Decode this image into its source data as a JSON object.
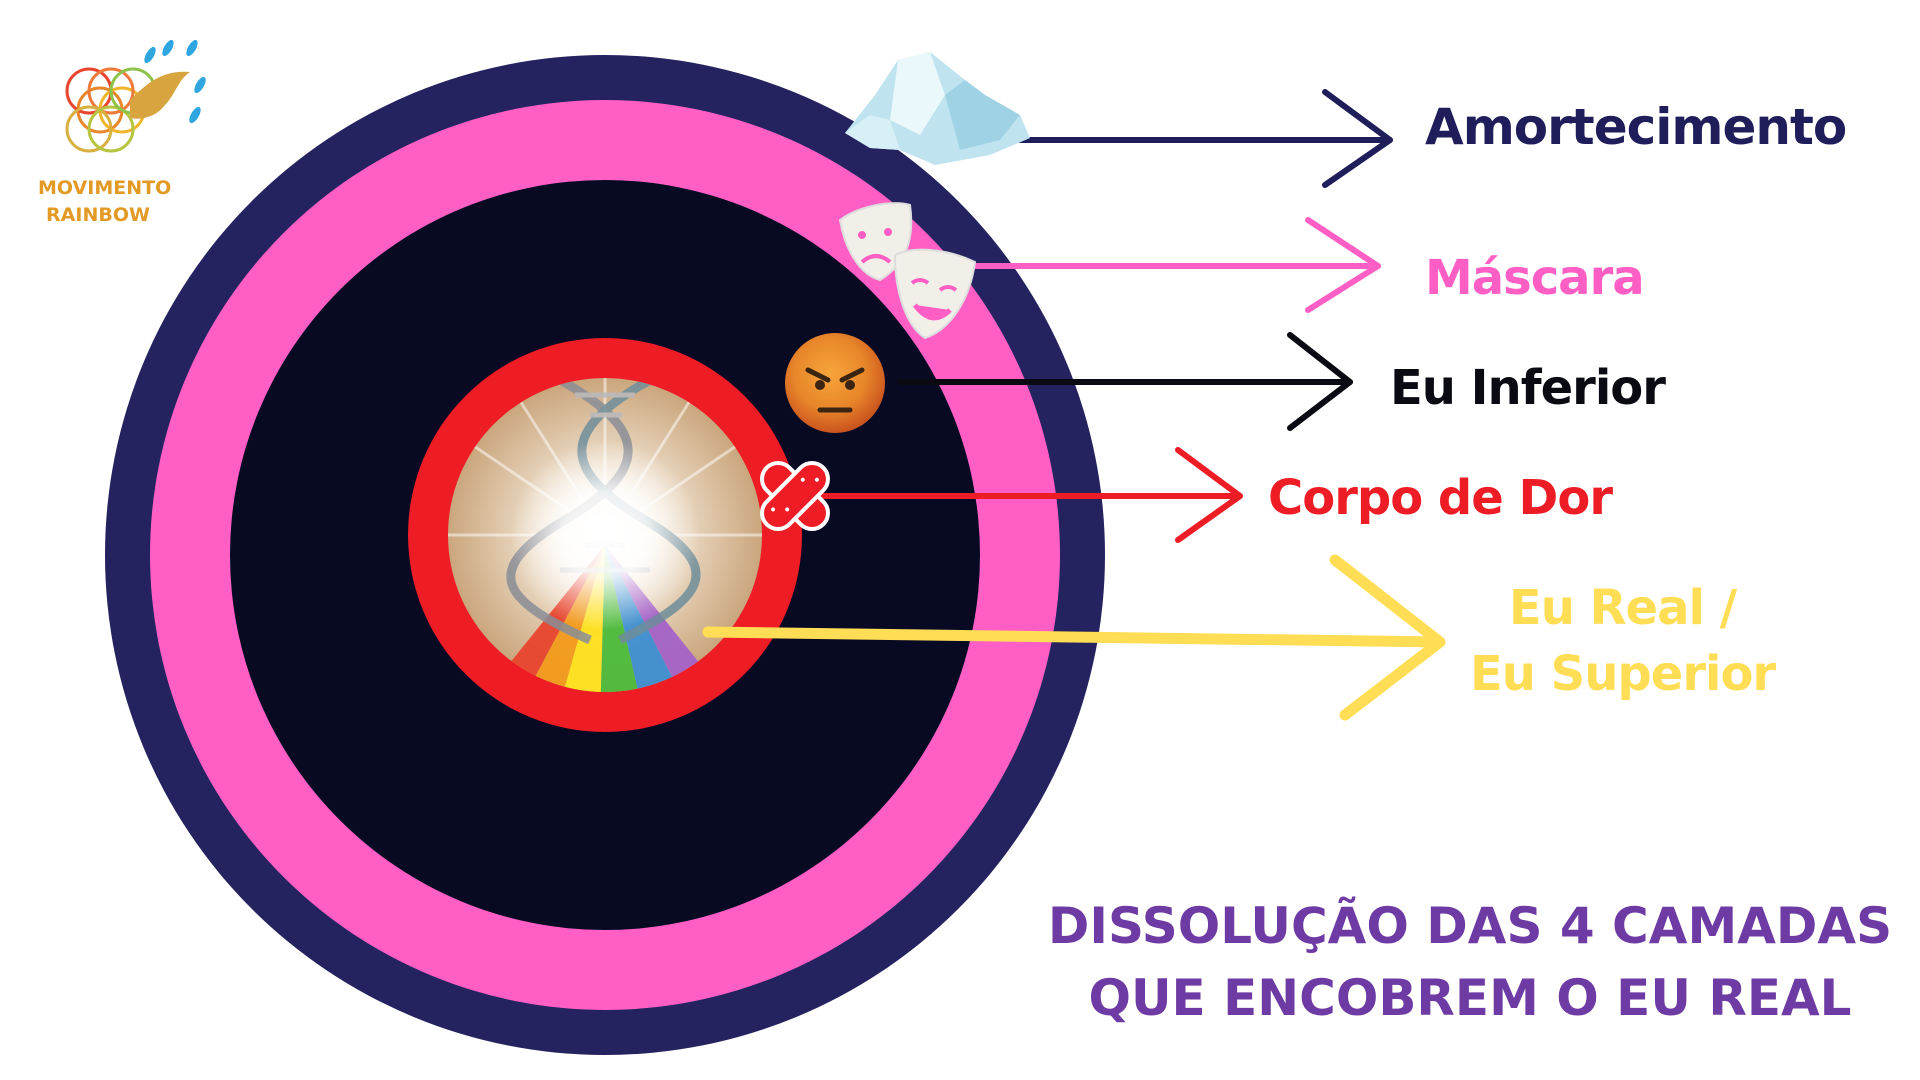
{
  "logo": {
    "line1": "MOVIMENTO",
    "line2": "RAINBOW"
  },
  "layers": [
    {
      "label": "Amortecimento",
      "color": "#1f1d5a",
      "icon": "iceberg-icon"
    },
    {
      "label": "Máscara",
      "color": "#ff5fc4",
      "icon": "theater-masks-icon"
    },
    {
      "label": "Eu Inferior",
      "color": "#0a0a12",
      "icon": "angry-face-icon"
    },
    {
      "label": "Corpo de Dor",
      "color": "#ee1c25",
      "icon": "bandage-icon"
    },
    {
      "label_line1": "Eu Real /",
      "label_line2": "Eu Superior",
      "color": "#ffdd55",
      "icon": "dna-light-icon"
    }
  ],
  "caption": {
    "line1": "DISSOLUÇÃO DAS 4 CAMADAS",
    "line2": "QUE ENCOBREM O EU REAL"
  },
  "colors": {
    "outer_ring": "#25235f",
    "pink_ring": "#ff5fc4",
    "dark_ring": "#080a24",
    "red_ring": "#ee1c25",
    "core": "#e6cfae",
    "caption": "#6e3aa4",
    "logo_text": "#e39a25"
  }
}
